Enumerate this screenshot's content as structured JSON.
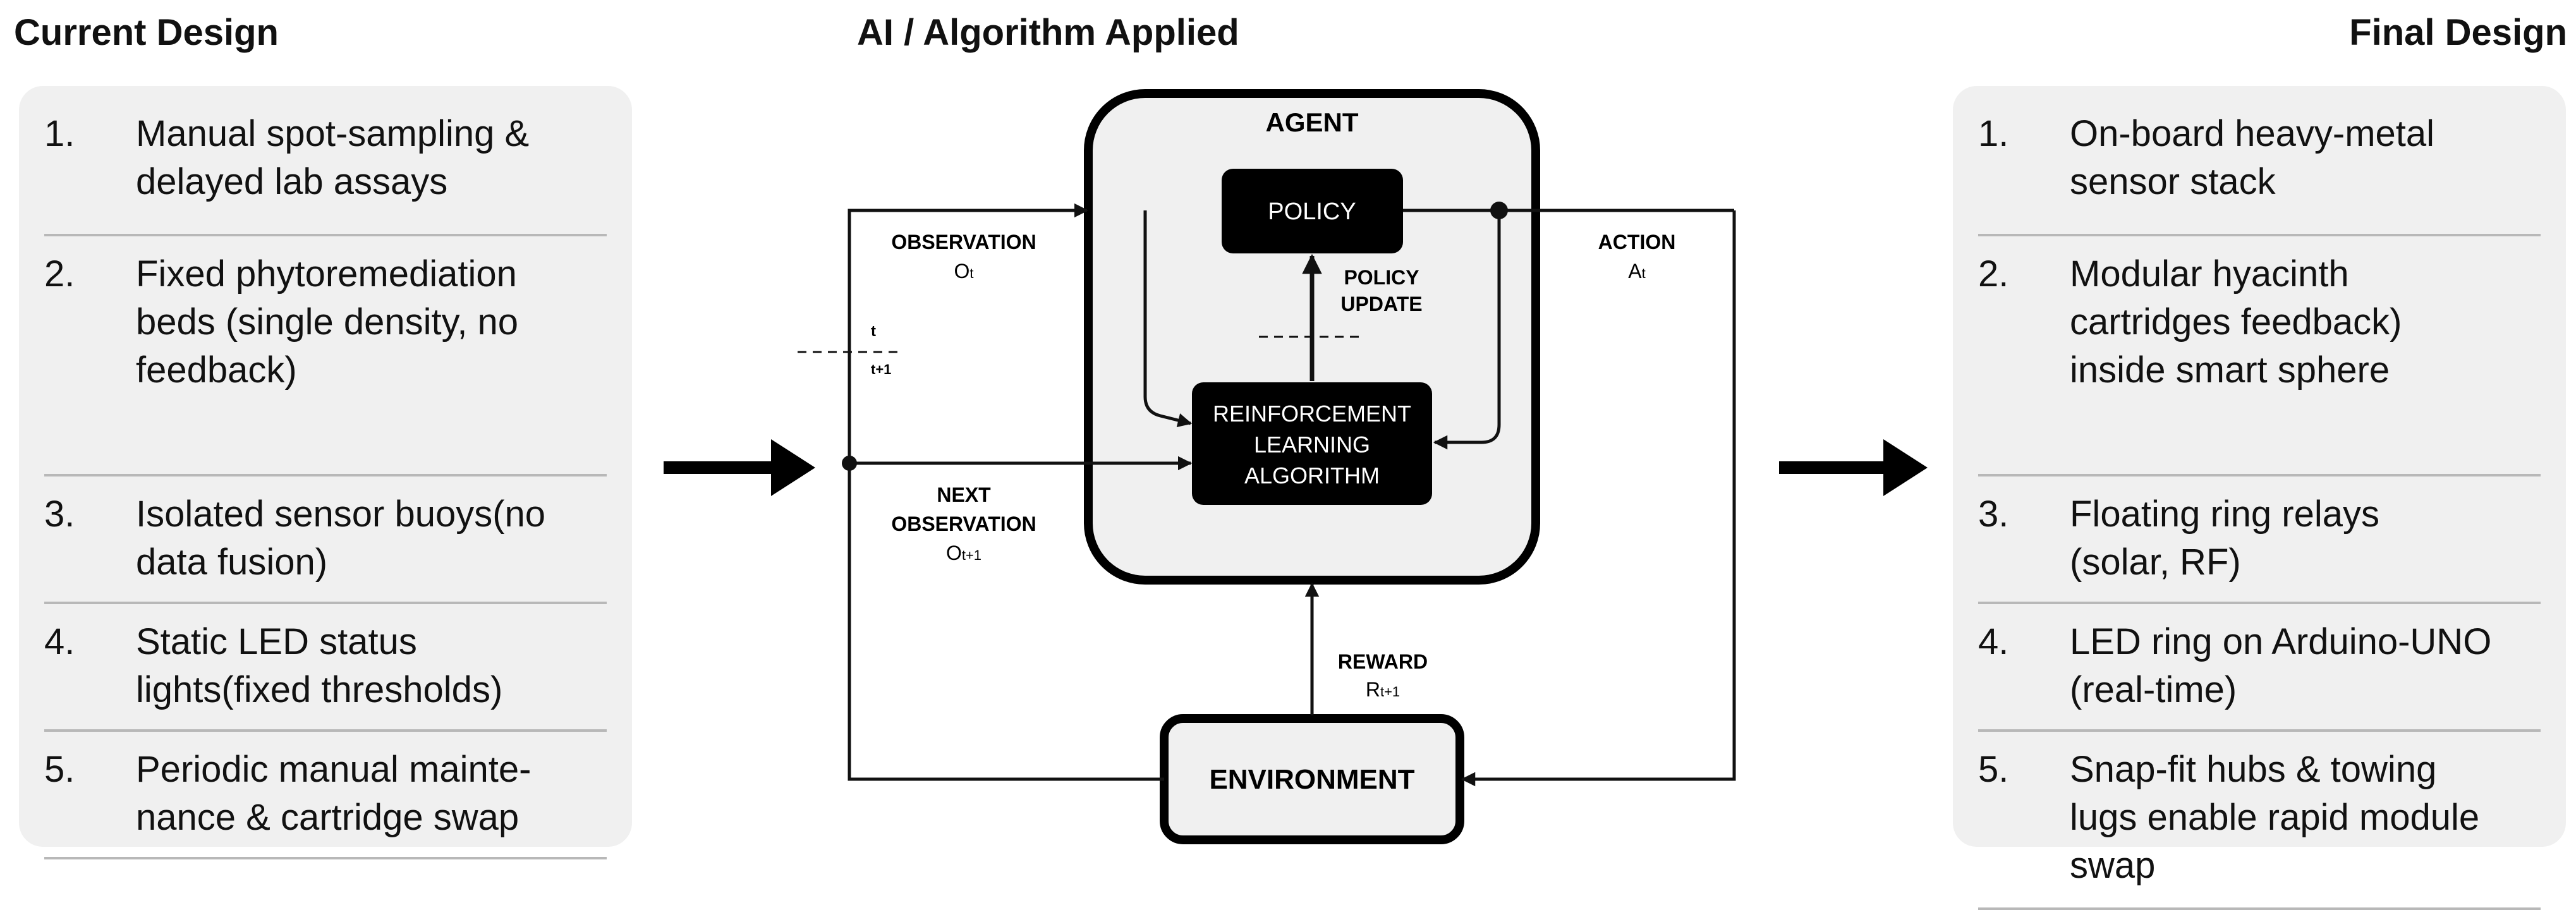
{
  "headings": {
    "left": "Current Design",
    "middle": "AI / Algorithm Applied",
    "right": "Final Design"
  },
  "current_design": [
    {
      "num": "1.",
      "text": "Manual spot-sampling &\ndelayed lab assays"
    },
    {
      "num": "2.",
      "text": "Fixed phytoremediation\nbeds (single density, no\nfeedback)"
    },
    {
      "num": "3.",
      "text": "Isolated sensor buoys(no\ndata fusion)"
    },
    {
      "num": "4.",
      "text": " Static LED status\nlights(fixed thresholds)"
    },
    {
      "num": "5.",
      "text": "Periodic manual mainte-\nnance & cartridge swap"
    }
  ],
  "final_design": [
    {
      "num": "1.",
      "text": "On-board heavy-metal\nsensor stack"
    },
    {
      "num": "2.",
      "text": "Modular hyacinth\ncartridges feedback)\ninside smart sphere"
    },
    {
      "num": "3.",
      "text": "Floating ring relays\n(solar, RF)"
    },
    {
      "num": "4.",
      "text": "LED ring on Arduino-UNO\n(real-time)"
    },
    {
      "num": "5.",
      "text": "Snap-fit hubs & towing\nlugs enable rapid module\nswap"
    }
  ],
  "diagram": {
    "agent_label": "AGENT",
    "policy_label": "POLICY",
    "rl_label_lines": [
      "REINFORCEMENT",
      "LEARNING",
      "ALGORITHM"
    ],
    "environment_label": "ENVIRONMENT",
    "policy_update_lines": [
      "POLICY",
      "UPDATE"
    ],
    "observation_label": "OBSERVATION",
    "observation_symbol": "O",
    "observation_sub": "t",
    "next_observation_lines": [
      "NEXT",
      "OBSERVATION"
    ],
    "next_observation_symbol": "O",
    "next_observation_sub": "t+1",
    "action_label": "ACTION",
    "action_symbol": "A",
    "action_sub": "t",
    "reward_label": "REWARD",
    "reward_symbol": "R",
    "reward_sub": "t+1",
    "time_t": "t",
    "time_t1": "t+1"
  }
}
